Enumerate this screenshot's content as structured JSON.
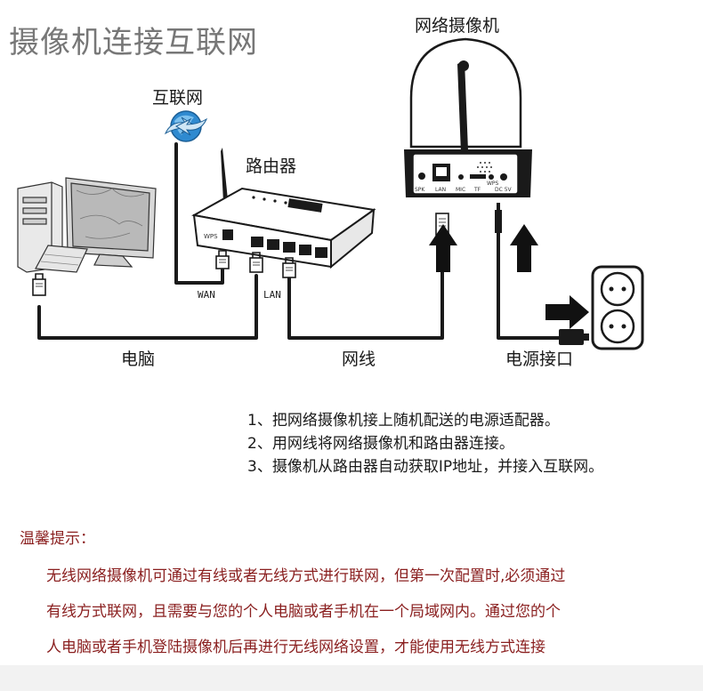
{
  "title": "摄像机连接互联网",
  "labels": {
    "internet": "互联网",
    "router": "路由器",
    "ipcam": "网络摄像机",
    "computer": "电脑",
    "cable": "网线",
    "power": "电源接口",
    "wan": "WAN",
    "lan": "LAN",
    "wps": "WPS"
  },
  "camera_ports": [
    "SPK",
    "LAN",
    "MIC",
    "TF",
    "WPS",
    "DC 5V"
  ],
  "steps": [
    "1、把网络摄像机接上随机配送的电源适配器。",
    "2、用网线将网络摄像机和路由器连接。",
    "3、摄像机从路由器自动获取IP地址，并接入互联网。"
  ],
  "tips": {
    "heading": "温馨提示：",
    "lines": [
      "无线网络摄像机可通过有线或者无线方式进行联网，但第一次配置时,必须通过",
      "有线方式联网，且需要与您的个人电脑或者手机在一个局域网内。通过您的个",
      "人电脑或者手机登陆摄像机后再进行无线网络设置，才能使用无线方式连接"
    ]
  },
  "colors": {
    "title": "#777777",
    "tip_text": "#8a1f1f",
    "line": "#1a1a1a",
    "globe": "#2f8ad0"
  }
}
